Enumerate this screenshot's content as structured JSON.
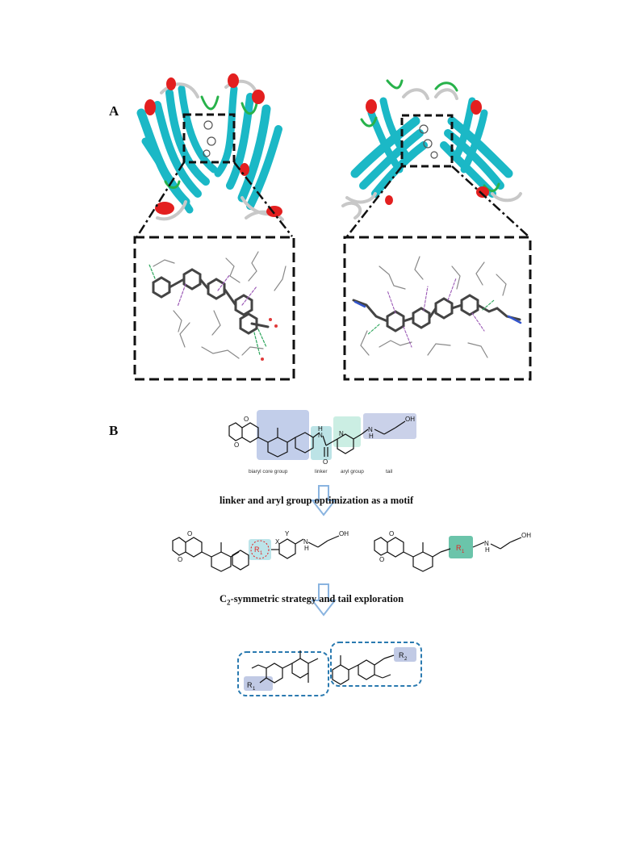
{
  "panels": {
    "a": {
      "label": "A"
    },
    "b": {
      "label": "B"
    }
  },
  "scaffold": {
    "labels": {
      "core": "biaryl core group",
      "linker": "linker",
      "aryl": "aryl group",
      "tail": "tail"
    },
    "atoms": {
      "nh": "N",
      "nh_h": "H",
      "oh": "OH",
      "o": "O",
      "n": "N"
    }
  },
  "steps": {
    "step1": "linker and aryl group optimization as a motif",
    "step2_prefix": "C",
    "step2_sub": "2",
    "step2_suffix": "-symmetric strategy and tail exploration"
  },
  "motifs": {
    "left": {
      "r": "R",
      "r_sub": "1",
      "x": "X",
      "y": "Y",
      "n": "N",
      "h": "H",
      "oh": "OH"
    },
    "right": {
      "r": "R",
      "r_sub": "1",
      "n": "N",
      "h": "H",
      "oh": "OH"
    }
  },
  "dimer": {
    "r1": "R",
    "r1_sub": "1",
    "r2": "R",
    "r2_sub": "2"
  },
  "colors": {
    "strand": "#1bb8c6",
    "helix": "#e31f1f",
    "loop": "#c8c8c8",
    "turn": "#27b24a",
    "core_box": "#8fa6d8",
    "linker_box": "#8fd0d6",
    "aryl_box": "#a9e3d0",
    "tail_box": "#a7b3da",
    "r1_box": "#9fd8df",
    "r1_box_right": "#3ab08e",
    "dimer_box": "#2a7ab0",
    "arrow": "#8ab4e0"
  }
}
